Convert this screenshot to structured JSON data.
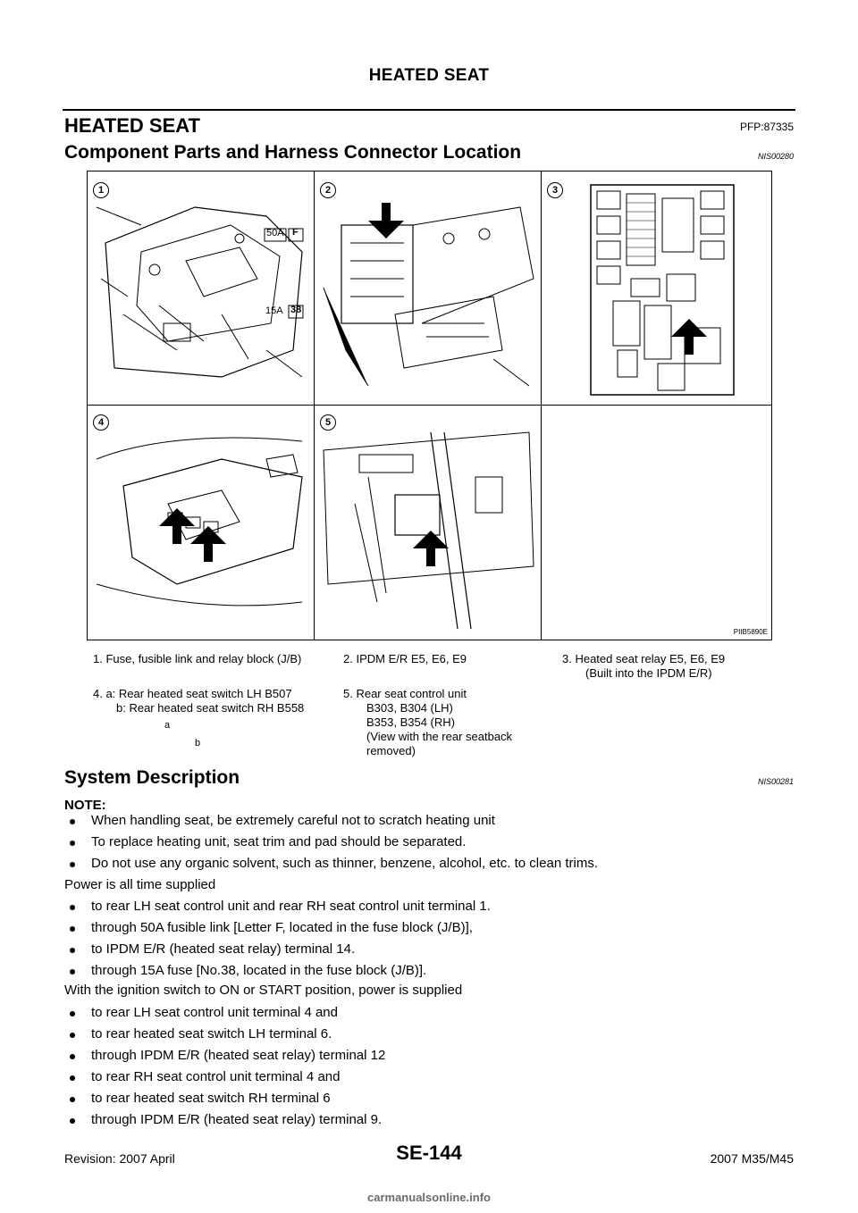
{
  "header": {
    "title": "HEATED SEAT"
  },
  "section": {
    "title": "HEATED SEAT",
    "pfp": "PFP:87335"
  },
  "components": {
    "title": "Component Parts and Harness Connector Location",
    "code": "NIS00280"
  },
  "figure": {
    "id": "PIIB5890E",
    "numbers": [
      "1",
      "2",
      "3",
      "4",
      "5"
    ],
    "labels": {
      "fuse50": "50A",
      "fuseF": "F",
      "fuse15": "15A",
      "fuse38": "38",
      "a": "a",
      "b": "b"
    }
  },
  "legend": {
    "l1": "1.   Fuse, fusible link and relay block (J/B)",
    "l2": "2.   IPDM E/R E5, E6, E9",
    "l3a": "3.   Heated seat relay E5, E6, E9",
    "l3b": "(Built into the IPDM E/R)",
    "l4a": "4.   a: Rear heated seat switch LH B507",
    "l4b": "b: Rear heated seat switch RH B558",
    "l5a": "5.   Rear seat control unit",
    "l5b": "B303, B304 (LH)",
    "l5c": "B353, B354 (RH)",
    "l5d": "(View with the rear seatback",
    "l5e": "removed)"
  },
  "system": {
    "title": "System Description",
    "code": "NIS00281",
    "note": "NOTE:",
    "notes": [
      "When handling seat, be extremely careful not to scratch heating unit",
      "To replace heating unit, seat trim and pad should be separated.",
      "Do not use any organic solvent, such as thinner, benzene, alcohol, etc. to clean trims."
    ],
    "power_intro": "Power is all time supplied",
    "power_items": [
      "to rear LH seat control unit and rear RH seat control unit terminal 1.",
      "through 50A fusible link [Letter F, located in the fuse block (J/B)],",
      "to IPDM E/R (heated seat relay) terminal 14.",
      "through 15A fuse [No.38, located in the fuse block (J/B)]."
    ],
    "ign_intro": "With the ignition switch to ON or START position, power is supplied",
    "ign_items": [
      "to rear LH seat control unit terminal 4 and",
      "to rear heated seat switch LH terminal 6.",
      "through IPDM E/R (heated seat relay) terminal 12",
      "to rear RH seat control unit terminal 4 and",
      "to rear heated seat switch RH terminal 6",
      "through IPDM E/R (heated seat relay) terminal 9."
    ]
  },
  "footer": {
    "revision": "Revision: 2007 April",
    "page": "SE-144",
    "model": "2007 M35/M45",
    "watermark": "carmanualsonline.info"
  }
}
